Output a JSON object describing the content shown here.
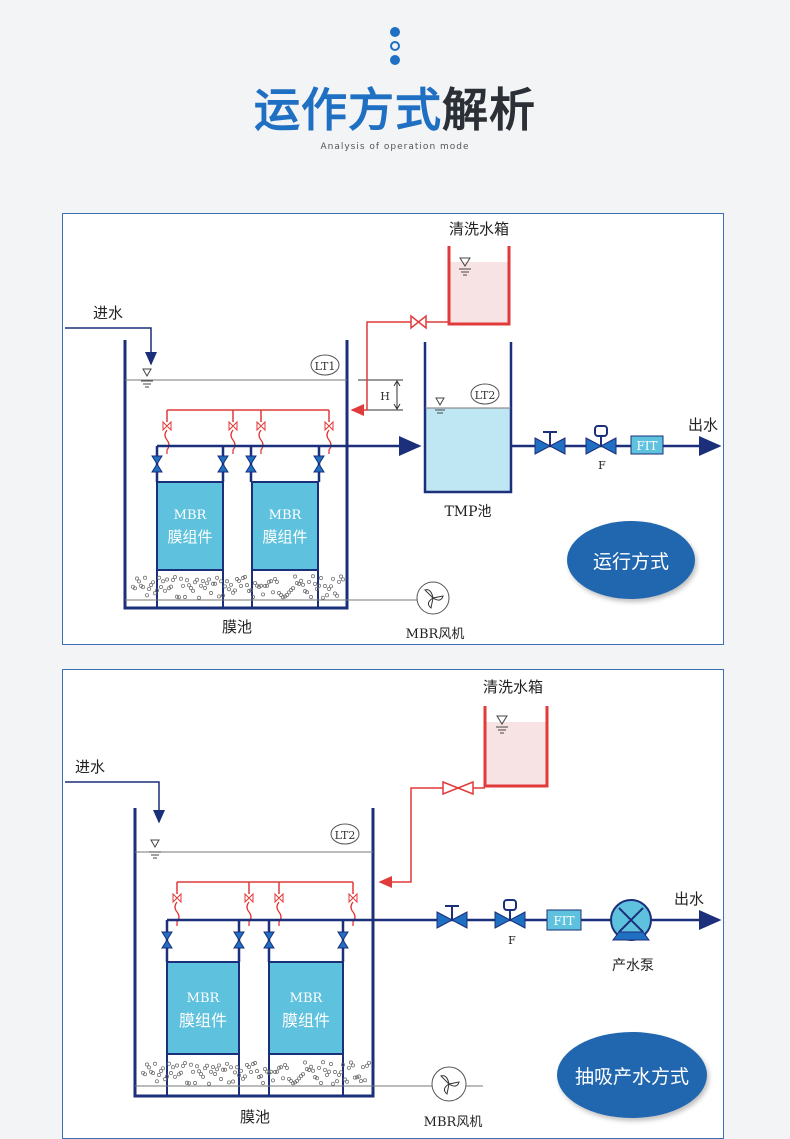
{
  "header": {
    "title_blue": "运作方式",
    "title_dark": "解析",
    "subtitle": "Analysis of operation mode"
  },
  "diagram1": {
    "clean_tank": "清洗水箱",
    "inlet": "进水",
    "level1": "LT1",
    "level2": "LT2",
    "height": "H",
    "membrane1": [
      "MBR",
      "膜组件"
    ],
    "membrane2": [
      "MBR",
      "膜组件"
    ],
    "tmp_tank": "TMP池",
    "membrane_tank": "膜池",
    "blower": "MBR风机",
    "flow_meter": "FIT",
    "valve_f": "F",
    "outlet": "出水",
    "mode": "运行方式"
  },
  "diagram2": {
    "clean_tank": "清洗水箱",
    "inlet": "进水",
    "level": "LT2",
    "membrane1": [
      "MBR",
      "膜组件"
    ],
    "membrane2": [
      "MBR",
      "膜组件"
    ],
    "membrane_tank": "膜池",
    "blower": "MBR风机",
    "flow_meter": "FIT",
    "valve_f": "F",
    "pump": "产水泵",
    "outlet": "出水",
    "mode": "抽吸产水方式"
  },
  "colors": {
    "accent": "#1f6fc2",
    "pipe": "#1b2f7a",
    "red": "#e03a3a",
    "water": "#bfe6f3",
    "module": "#5ec1dd",
    "badge": "#2167b0"
  }
}
